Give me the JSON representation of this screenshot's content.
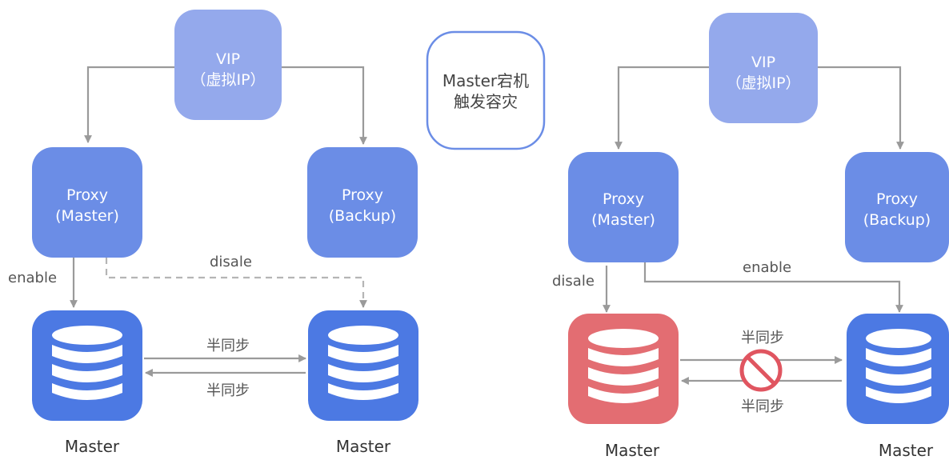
{
  "colors": {
    "vip_fill": "#94a9ec",
    "proxy_fill": "#6b8de6",
    "db_blue": "#4c79e3",
    "db_red": "#e36d72",
    "line": "#9a9a9a",
    "center_border": "#6b8de6",
    "no_sign": "#e05560"
  },
  "center_note": {
    "line1": "Master宕机",
    "line2": "触发容灾"
  },
  "left": {
    "vip": {
      "line1": "VIP",
      "line2": "（虚拟IP）"
    },
    "proxy_master": {
      "line1": "Proxy",
      "line2": "(Master)"
    },
    "proxy_backup": {
      "line1": "Proxy",
      "line2": "(Backup)"
    },
    "enable_label": "enable",
    "disable_label": "disale",
    "sync_top": "半同步",
    "sync_bottom": "半同步",
    "db_left_caption": "Master",
    "db_right_caption": "Master"
  },
  "right": {
    "vip": {
      "line1": "VIP",
      "line2": "（虚拟IP）"
    },
    "proxy_master": {
      "line1": "Proxy",
      "line2": "(Master)"
    },
    "proxy_backup": {
      "line1": "Proxy",
      "line2": "(Backup)"
    },
    "disable_label": "disale",
    "enable_label": "enable",
    "sync_top": "半同步",
    "sync_bottom": "半同步",
    "db_left_caption": "Master",
    "db_right_caption": "Master"
  }
}
